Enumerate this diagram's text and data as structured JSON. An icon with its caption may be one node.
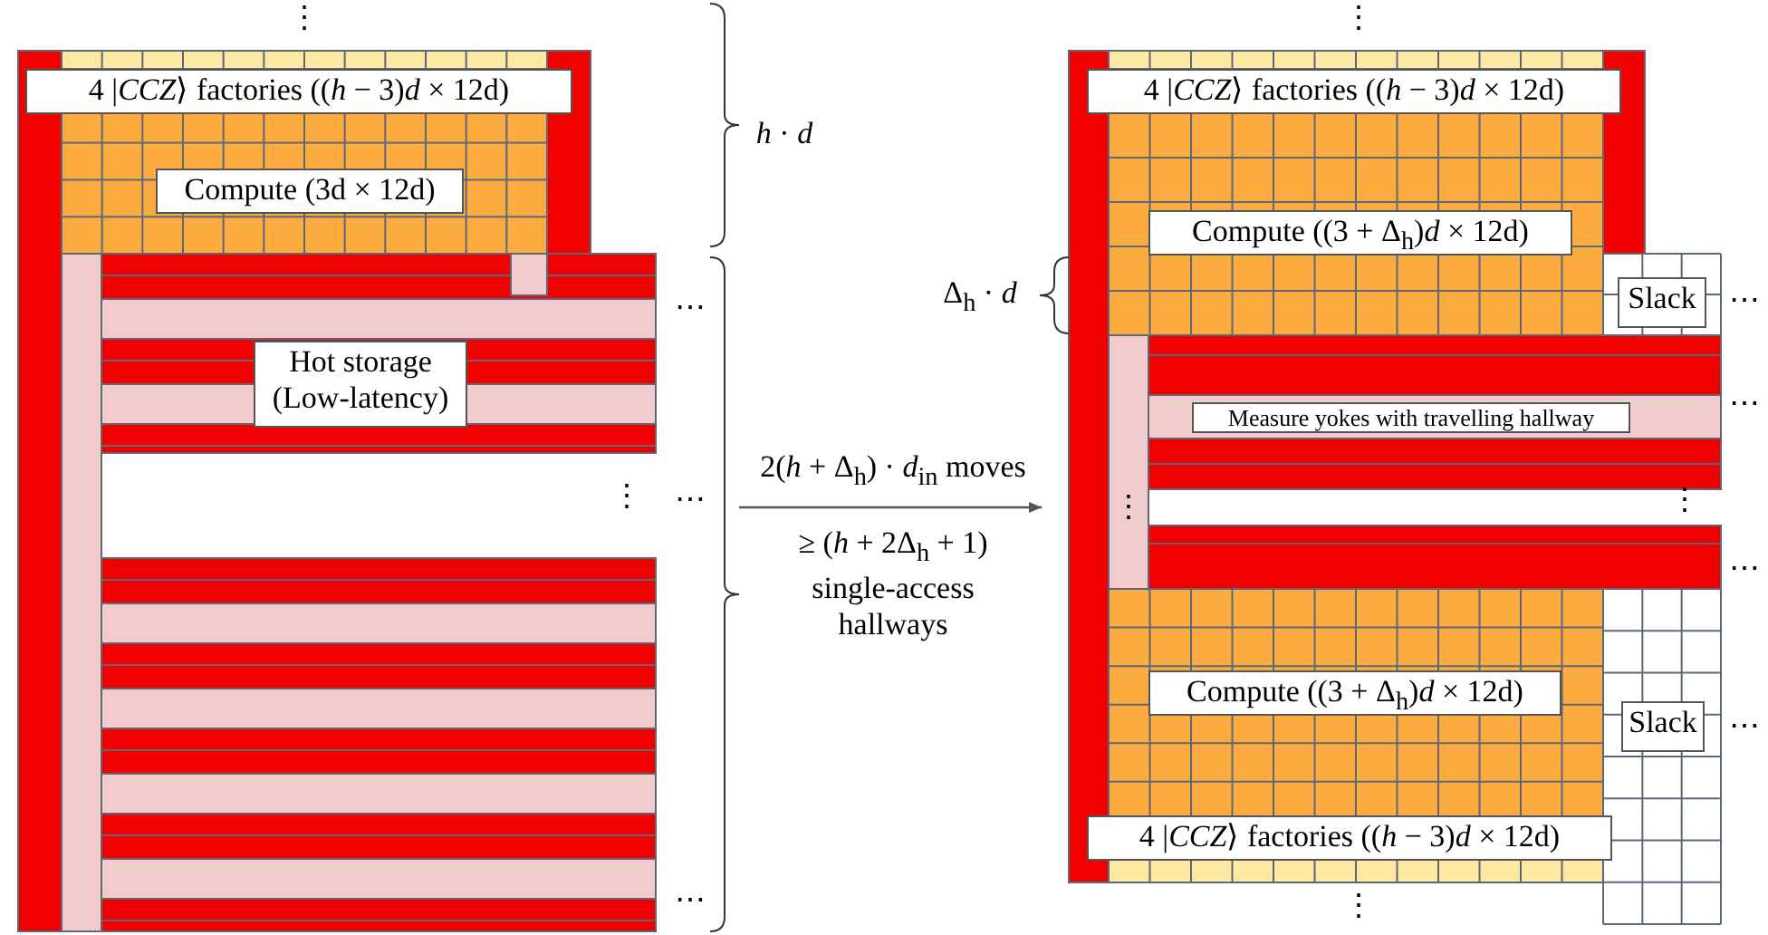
{
  "diagram": {
    "nodes": [
      {
        "text": [
          "4 |*CCZ*⟩ factories ((*h* − 3)*d* × 12d)"
        ]
      },
      {
        "text": [
          "Compute (3d × 12d)"
        ]
      },
      {
        "text": [
          "Hot storage (Low-latency)"
        ]
      },
      {
        "text": [
          "4 |*CCZ*⟩ factories ((*h* − 3)*d* × 12d)"
        ]
      },
      {
        "text": [
          "Compute ((3 + Δ$_{h}$)*d* × 12d)"
        ]
      },
      {
        "text": [
          "Slack"
        ]
      },
      {
        "text": [
          "Measure yokes with travelling hallway"
        ]
      },
      {
        "text": [
          "Compute ((3 + Δ$_{h}$)*d* × 12d)"
        ]
      },
      {
        "text": [
          "Slack"
        ]
      },
      {
        "text": [
          "4 |*CCZ*⟩ factories ((*h* − 3)*d* × 12d)"
        ]
      }
    ],
    "labels": [
      "⋮",
      "⋮",
      "*h* · *d*",
      "Δ$_{h}$ · *d*",
      "⋯",
      "⋯",
      "⋯",
      "2(*h* + Δ$_{h}$) · *d*$_{in}$ moves",
      "⋮",
      "⋯",
      "⋮",
      "⋮",
      "≥ (*h* + 2Δ$_{h}$ + 1) single-access hallways",
      "⋯",
      "⋯",
      "⋯",
      "⋮"
    ]
  }
}
